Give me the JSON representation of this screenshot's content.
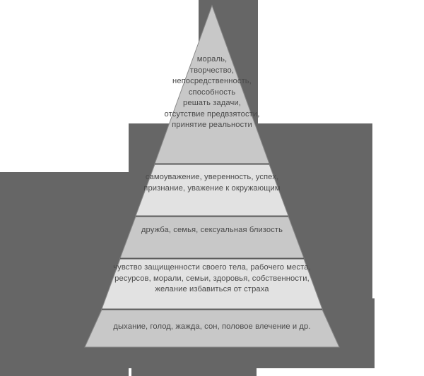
{
  "diagram": {
    "type": "pyramid",
    "name": "maslow-hierarchy-of-needs-pyramid",
    "language": "ru",
    "tier_count": 5,
    "colors": {
      "background": "#ffffff",
      "backdrop_gray": "#666666",
      "tier_light": "#e2e2e2",
      "tier_medium": "#c8c8c8",
      "divider_line": "#5a5a5a",
      "outline": "#7d7d7d",
      "text": "#4a4a4a"
    }
  },
  "tiers": [
    {
      "index": 0,
      "position": "top",
      "fill": "#c8c8c8",
      "lines": [
        "мораль,",
        "творчество,",
        "непосредственность,",
        "способность",
        "решать задачи,",
        "отсутствие предвзятости,",
        "принятие реальности"
      ],
      "text": "мораль,\nтворчество,\nнепосредственность,\nспособность\nрешать задачи,\nотсутствие предвзятости,\nпринятие реальности"
    },
    {
      "index": 1,
      "position": "second",
      "fill": "#e2e2e2",
      "lines": [
        "самоуважение, уверенность, успех,",
        "признание, уважение к окружающим"
      ],
      "text": "самоуважение, уверенность, успех,\nпризнание, уважение к окружающим"
    },
    {
      "index": 2,
      "position": "middle",
      "fill": "#c8c8c8",
      "lines": [
        "дружба, семья, сексуальная близость"
      ],
      "text": "дружба, семья, сексуальная близость"
    },
    {
      "index": 3,
      "position": "fourth",
      "fill": "#e2e2e2",
      "lines": [
        "чувство защищенности своего тела, рабочего места,",
        "ресурсов, морали, семьи, здоровья, собственности,",
        "желание избавиться от страха"
      ],
      "text": "чувство защищенности своего тела, рабочего места,\nресурсов, морали, семьи, здоровья, собственности,\nжелание избавиться от страха"
    },
    {
      "index": 4,
      "position": "base",
      "fill": "#c8c8c8",
      "lines": [
        "дыхание, голод, жажда, сон, половое влечение и др."
      ],
      "text": "дыхание, голод, жажда, сон, половое влечение и др."
    }
  ]
}
